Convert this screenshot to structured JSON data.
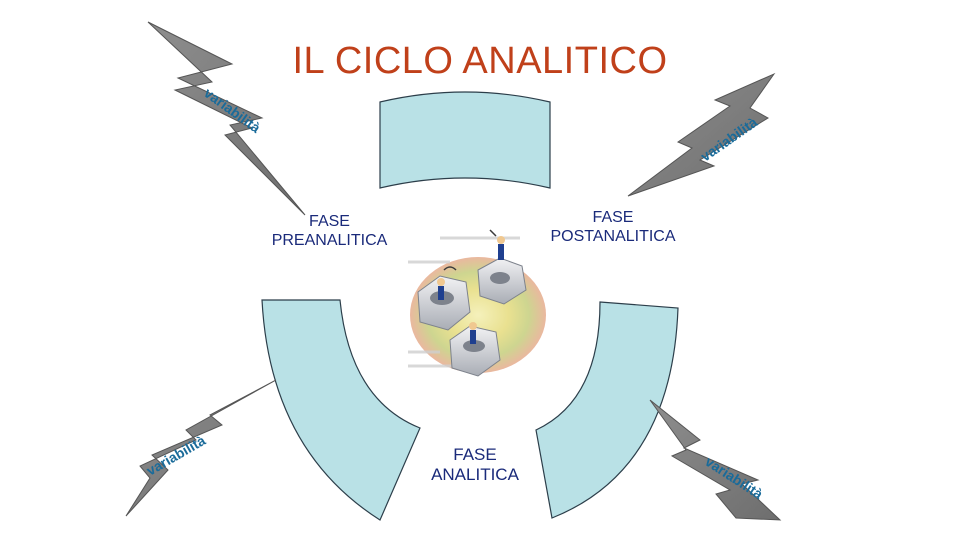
{
  "slide": {
    "title": "IL CICLO ANALITICO",
    "phases": {
      "pre": {
        "line1": "FASE",
        "line2": "PREANALITICA"
      },
      "post": {
        "line1": "FASE",
        "line2": "POSTANALITICA"
      },
      "analytic": {
        "line1": "FASE",
        "line2": "ANALITICA"
      }
    },
    "bolt_label": "variabilità",
    "colors": {
      "title": "#c0401a",
      "phase_text": "#1a2a7a",
      "arc_fill": "#b9e1e6",
      "bolt_fill": "#8a8a8a",
      "bolt_text": "#1a6b9a"
    },
    "illustration": "hex-nuts-with-workers-illustration"
  }
}
